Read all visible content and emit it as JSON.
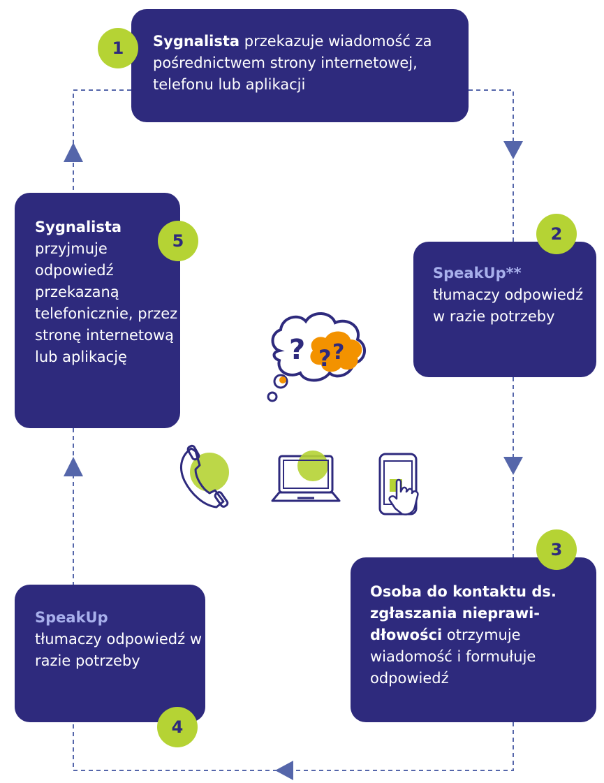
{
  "steps": [
    {
      "number": "1",
      "bold": "Sygnalista",
      "text": " przekazuje wiadomość za pośrednictwem strony internetowej, telefonu lub aplikacji"
    },
    {
      "number": "2",
      "bold": "SpeakUp**",
      "text": "tłumaczy odpowiedź w razie potrzeby"
    },
    {
      "number": "3",
      "bold": "Osoba do kontaktu ds. zgłaszania nieprawi-dłowości",
      "text": " otrzymuje wiadomość i formułuje odpowiedź"
    },
    {
      "number": "4",
      "bold": "SpeakUp",
      "text": "tłumaczy odpowiedź w razie potrzeby"
    },
    {
      "number": "5",
      "bold": "Sygnalista",
      "text": "przyjmuje odpowiedź przekazaną telefonicznie, przez stronę internetową lub aplikację"
    }
  ],
  "icons": [
    "thought-cloud-question-icon",
    "phone-icon",
    "laptop-icon",
    "tablet-touch-icon"
  ],
  "colors": {
    "box": "#2e2a7d",
    "badge": "#b5d334",
    "accent": "#a8b0ec",
    "orange": "#f39200",
    "connector": "#5566aa"
  }
}
